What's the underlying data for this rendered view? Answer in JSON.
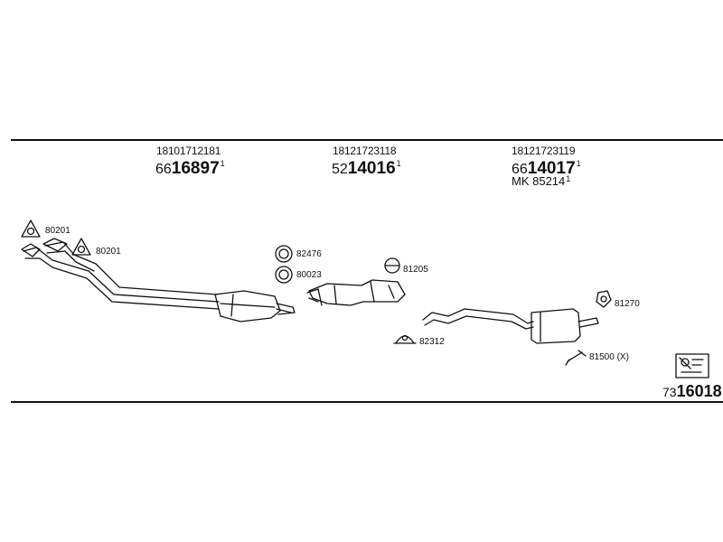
{
  "header": {
    "columns": [
      {
        "oem": "18101712181",
        "prefix": "66",
        "main": "16897",
        "mark": "1"
      },
      {
        "oem": "18121723118",
        "prefix": "52",
        "main": "14016",
        "mark": "1"
      },
      {
        "oem": "18121723119",
        "prefix": "66",
        "main": "14017",
        "mark": "1"
      }
    ],
    "mk_code": {
      "text": "MK  85214",
      "mark": "1"
    }
  },
  "labels": {
    "gasket_top": "80201",
    "gasket_mid": "80201",
    "ring_1": "82476",
    "ring_2": "80023",
    "clamp_1": "81205",
    "clamp_2": "82312",
    "hanger": "81270",
    "bolt": "81500 (X)"
  },
  "footer": {
    "catalog_prefix": "73",
    "catalog_main": "16018"
  }
}
